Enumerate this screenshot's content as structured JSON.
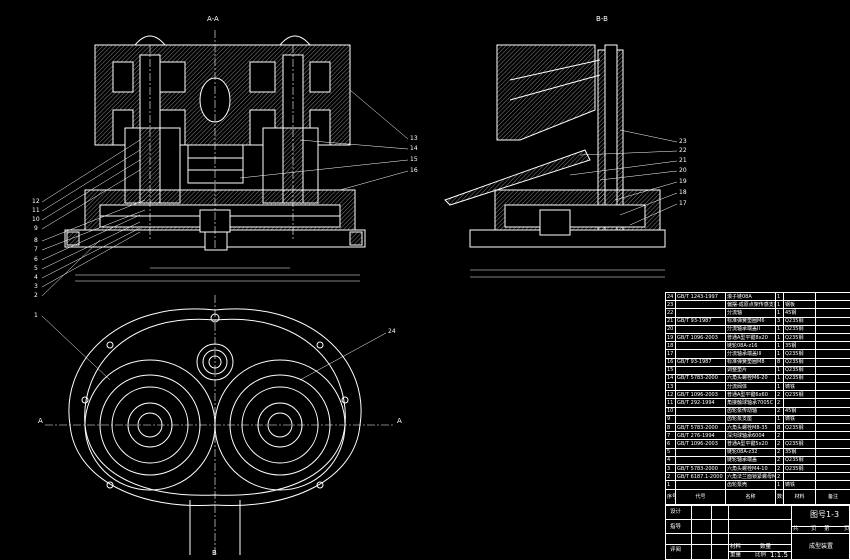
{
  "views": {
    "section_aa": "A-A",
    "section_bb": "B-B",
    "cut_a_left": "A",
    "cut_a_right": "A",
    "cut_b": "B"
  },
  "balloons": {
    "left": [
      "12",
      "11",
      "10",
      "9",
      "8",
      "7",
      "6",
      "5",
      "4",
      "3",
      "2",
      "1"
    ],
    "aa_right": [
      "13",
      "14",
      "15",
      "16"
    ],
    "bb_right": [
      "23",
      "22",
      "21",
      "20",
      "19",
      "18",
      "17"
    ],
    "plan": "24"
  },
  "bom": {
    "rows": [
      {
        "no": "24",
        "code": "GB/T 1243-1997",
        "name": "滚子链08A",
        "qty": "1",
        "material": "",
        "remark": ""
      },
      {
        "no": "23",
        "code": "",
        "name": "偏摆-成原点架传感支座",
        "qty": "1",
        "material": "钢板",
        "remark": ""
      },
      {
        "no": "22",
        "code": "",
        "name": "分流轴",
        "qty": "1",
        "material": "45钢",
        "remark": ""
      },
      {
        "no": "21",
        "code": "GB/T 93-1987",
        "name": "标准弹簧垫圈M6",
        "qty": "3",
        "material": "Q235钢",
        "remark": ""
      },
      {
        "no": "20",
        "code": "",
        "name": "分流轴承端盖II",
        "qty": "1",
        "material": "Q235钢",
        "remark": ""
      },
      {
        "no": "19",
        "code": "GB/T 1096-2003",
        "name": "普通A型平键8x20",
        "qty": "1",
        "material": "Q235钢",
        "remark": ""
      },
      {
        "no": "18",
        "code": "",
        "name": "链轮08A-z16",
        "qty": "1",
        "material": "35钢",
        "remark": ""
      },
      {
        "no": "17",
        "code": "",
        "name": "分流轴承端盖III",
        "qty": "1",
        "material": "Q235钢",
        "remark": ""
      },
      {
        "no": "16",
        "code": "GB/T 93-1987",
        "name": "标准弹簧垫圈M8",
        "qty": "8",
        "material": "Q235钢",
        "remark": ""
      },
      {
        "no": "15",
        "code": "",
        "name": "调整垫片",
        "qty": "1",
        "material": "Q235钢",
        "remark": ""
      },
      {
        "no": "14",
        "code": "GB/T 5783-2000",
        "name": "六角头螺栓M6-20",
        "qty": "1",
        "material": "Q235钢",
        "remark": ""
      },
      {
        "no": "13",
        "code": "",
        "name": "分流阀体",
        "qty": "1",
        "material": "铸铁",
        "remark": ""
      },
      {
        "no": "12",
        "code": "GB/T 1096-2003",
        "name": "普通A型平键6x60",
        "qty": "2",
        "material": "Q235钢",
        "remark": ""
      },
      {
        "no": "11",
        "code": "GB/T 292-1994",
        "name": "角接触球轴承7005C",
        "qty": "2",
        "material": "",
        "remark": ""
      },
      {
        "no": "10",
        "code": "",
        "name": "齿轮泵传动轴",
        "qty": "2",
        "material": "45钢",
        "remark": ""
      },
      {
        "no": "9",
        "code": "",
        "name": "齿轮泵支座",
        "qty": "1",
        "material": "铸铁",
        "remark": ""
      },
      {
        "no": "8",
        "code": "GB/T 5783-2000",
        "name": "六角头螺栓M8-35",
        "qty": "8",
        "material": "Q235钢",
        "remark": ""
      },
      {
        "no": "7",
        "code": "GB/T 276-1994",
        "name": "深沟球轴承6004",
        "qty": "2",
        "material": "",
        "remark": ""
      },
      {
        "no": "6",
        "code": "GB/T 1096-2003",
        "name": "普通A型平键5x20",
        "qty": "2",
        "material": "Q235钢",
        "remark": ""
      },
      {
        "no": "5",
        "code": "",
        "name": "链轮08A-z32",
        "qty": "2",
        "material": "35钢",
        "remark": ""
      },
      {
        "no": "4",
        "code": "",
        "name": "链轮轴承端盖",
        "qty": "2",
        "material": "Q235钢",
        "remark": ""
      },
      {
        "no": "3",
        "code": "GB/T 5783-2000",
        "name": "六角头螺栓M4-10",
        "qty": "2",
        "material": "Q235钢",
        "remark": ""
      },
      {
        "no": "2",
        "code": "GB/T 6187.1-2000",
        "name": "六角法兰面锁紧螺母M20",
        "qty": "2",
        "material": "",
        "remark": ""
      },
      {
        "no": "1",
        "code": "",
        "name": "齿轮泵壳",
        "qty": "1",
        "material": "铸铁",
        "remark": ""
      }
    ],
    "header": {
      "no": "序号",
      "code": "代号",
      "name": "名称",
      "qty": "数量",
      "material": "材料",
      "remark": "备注"
    }
  },
  "title_block": {
    "design": "设计",
    "guide": "指导",
    "review": "评阅",
    "drawing_no": "图号1-3",
    "sheet_total": "共",
    "sheet_unit1": "页",
    "sheet_no": "第",
    "sheet_unit2": "页",
    "title": "成型装置",
    "material_label": "材料",
    "quantity_label": "数量",
    "weight_label": "重量",
    "scale_label": "比例",
    "scale": "1:1.5"
  }
}
